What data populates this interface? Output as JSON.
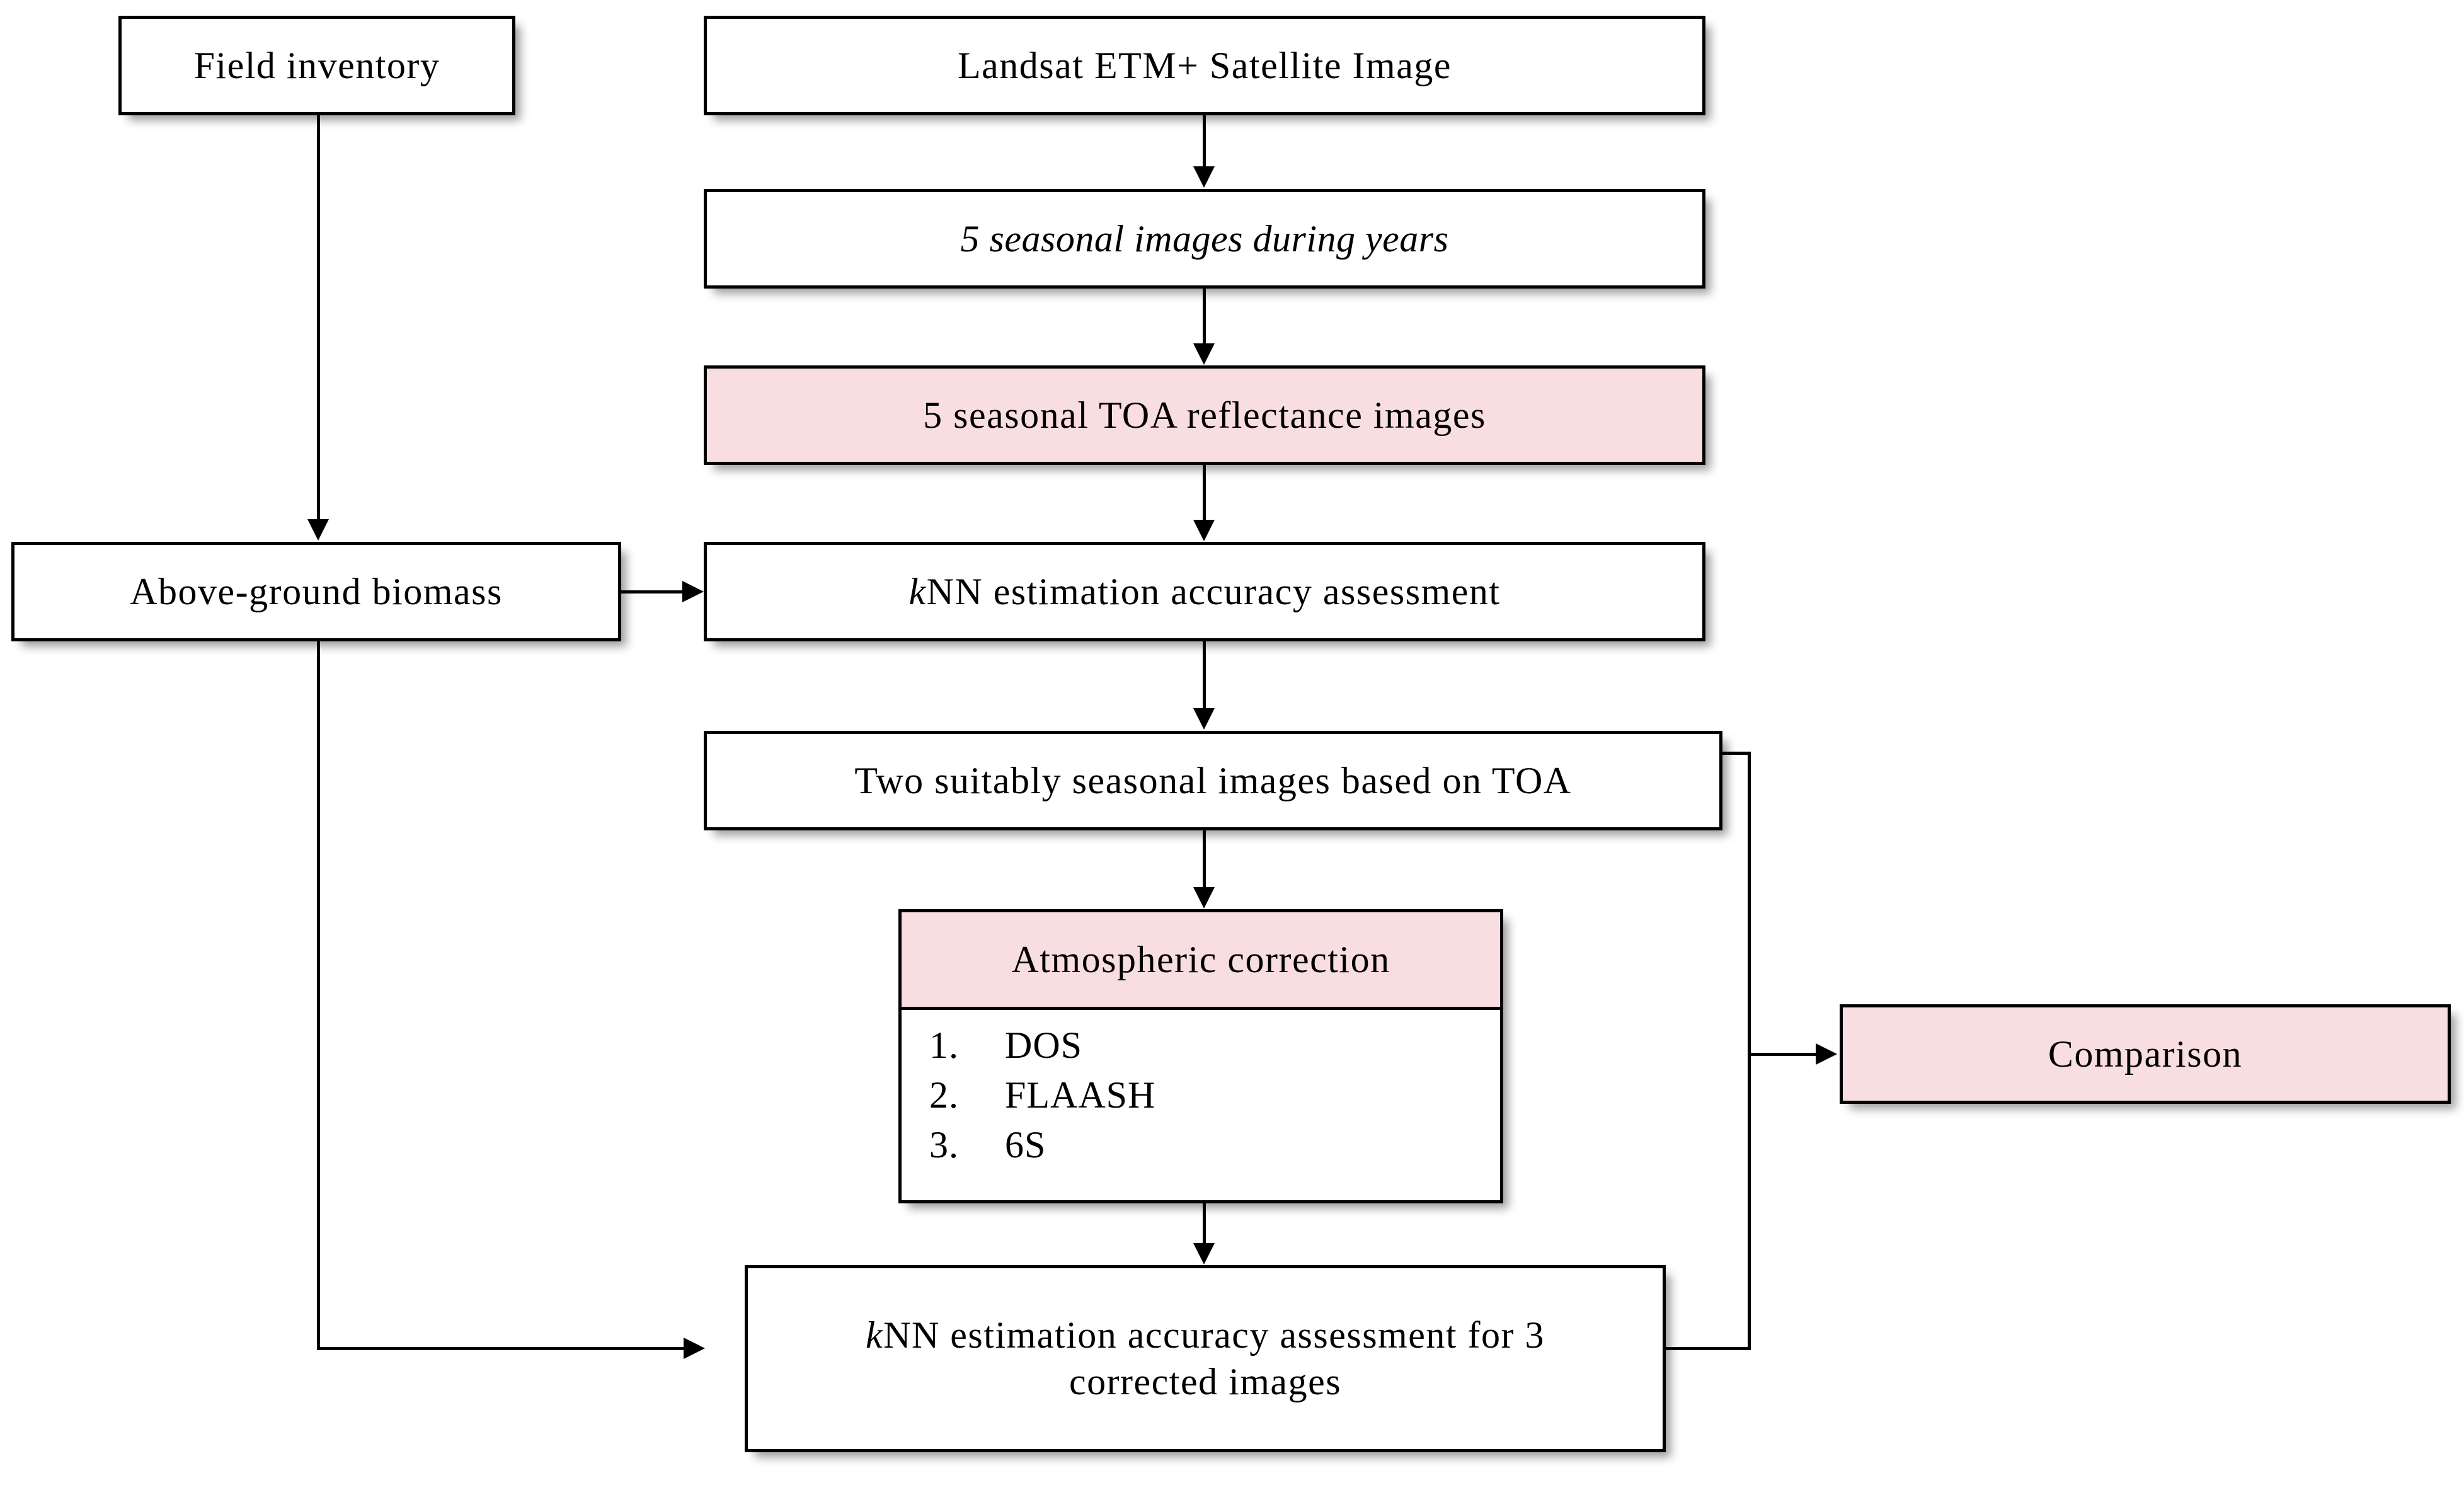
{
  "diagram": {
    "title": "Methodology flowchart for kNN biomass estimation with atmospheric correction",
    "accent_pink": "#f9dee1",
    "line_color": "#000000",
    "background": "#ffffff"
  },
  "nodes": {
    "field_inventory": {
      "label": "Field inventory"
    },
    "landsat_image": {
      "label": "Landsat ETM+ Satellite Image"
    },
    "seasonal_images": {
      "label": "5 seasonal images during years"
    },
    "toa_reflectance": {
      "label": "5 seasonal TOA reflectance images"
    },
    "above_ground_biomass": {
      "label": "Above-ground biomass"
    },
    "knn_assessment": {
      "label_k": "k",
      "label_rest": "NN estimation accuracy assessment"
    },
    "two_seasonal_toa": {
      "label": "Two suitably seasonal images based on TOA"
    },
    "atmospheric_correction": {
      "header": "Atmospheric correction",
      "methods": [
        {
          "num": "1.",
          "name": "DOS"
        },
        {
          "num": "2.",
          "name": "FLAASH"
        },
        {
          "num": "3.",
          "name": "6S"
        }
      ]
    },
    "comparison": {
      "label": "Comparison"
    },
    "knn_assessment_corrected": {
      "label_k": "k",
      "label_line1": "NN estimation accuracy assessment for 3",
      "label_line2": "corrected images"
    }
  },
  "edges": [
    {
      "from": "field_inventory",
      "to": "above_ground_biomass",
      "style": "vertical-arrow"
    },
    {
      "from": "landsat_image",
      "to": "seasonal_images",
      "style": "vertical-arrow"
    },
    {
      "from": "seasonal_images",
      "to": "toa_reflectance",
      "style": "vertical-arrow"
    },
    {
      "from": "toa_reflectance",
      "to": "knn_assessment",
      "style": "vertical-arrow"
    },
    {
      "from": "above_ground_biomass",
      "to": "knn_assessment",
      "style": "horizontal-arrow"
    },
    {
      "from": "knn_assessment",
      "to": "two_seasonal_toa",
      "style": "vertical-arrow"
    },
    {
      "from": "two_seasonal_toa",
      "to": "atmospheric_correction",
      "style": "vertical-arrow"
    },
    {
      "from": "atmospheric_correction",
      "to": "knn_assessment_corrected",
      "style": "vertical-arrow"
    },
    {
      "from": "above_ground_biomass",
      "to": "knn_assessment_corrected",
      "style": "elbow-left-arrow"
    },
    {
      "from": "two_seasonal_toa",
      "to": "comparison",
      "style": "elbow-right-arrow"
    },
    {
      "from": "knn_assessment_corrected",
      "to": "comparison",
      "style": "elbow-right-arrow"
    }
  ]
}
